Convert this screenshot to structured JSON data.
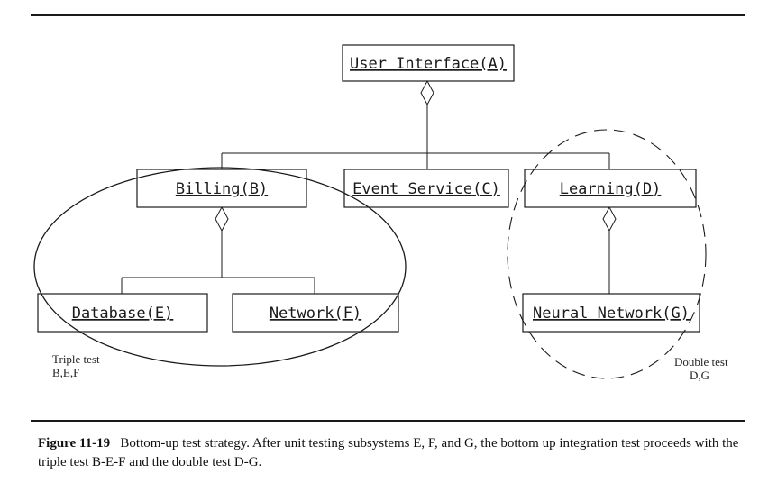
{
  "diagram": {
    "nodes": {
      "A": "User Interface(A)",
      "B": "Billing(B)",
      "C": "Event Service(C)",
      "D": "Learning(D)",
      "E": "Database(E)",
      "F": "Network(F)",
      "G": "Neural Network(G)"
    },
    "groups": {
      "triple": {
        "label_line1": "Triple test",
        "label_line2": "B,E,F"
      },
      "double": {
        "label_line1": "Double test",
        "label_line2": "D,G"
      }
    }
  },
  "caption": {
    "figure_number": "Figure 11-19",
    "text": "Bottom-up test strategy. After unit testing subsystems E, F, and G, the bottom up integration test proceeds with the triple test B-E-F and the double test D-G."
  }
}
